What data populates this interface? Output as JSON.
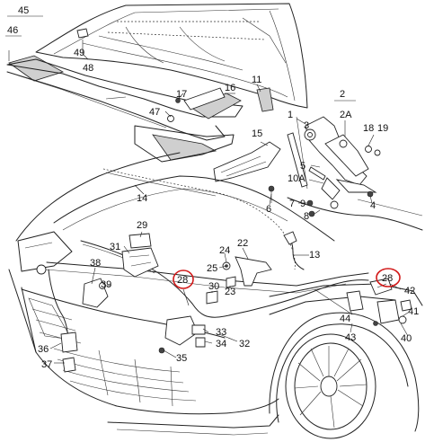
{
  "diagram": {
    "labels": [
      {
        "id": "45",
        "text": "45"
      },
      {
        "id": "46",
        "text": "46"
      },
      {
        "id": "49",
        "text": "49"
      },
      {
        "id": "48",
        "text": "48"
      },
      {
        "id": "11",
        "text": "11"
      },
      {
        "id": "17",
        "text": "17"
      },
      {
        "id": "16",
        "text": "16"
      },
      {
        "id": "47",
        "text": "47"
      },
      {
        "id": "1",
        "text": "1"
      },
      {
        "id": "2",
        "text": "2"
      },
      {
        "id": "2A",
        "text": "2A"
      },
      {
        "id": "3",
        "text": "3"
      },
      {
        "id": "18",
        "text": "18"
      },
      {
        "id": "19",
        "text": "19"
      },
      {
        "id": "15",
        "text": "15"
      },
      {
        "id": "5",
        "text": "5"
      },
      {
        "id": "10A",
        "text": "10A"
      },
      {
        "id": "4",
        "text": "4"
      },
      {
        "id": "6",
        "text": "6"
      },
      {
        "id": "7",
        "text": "7"
      },
      {
        "id": "9",
        "text": "9"
      },
      {
        "id": "8",
        "text": "8"
      },
      {
        "id": "14",
        "text": "14"
      },
      {
        "id": "29",
        "text": "29"
      },
      {
        "id": "31",
        "text": "31"
      },
      {
        "id": "24",
        "text": "24"
      },
      {
        "id": "22",
        "text": "22"
      },
      {
        "id": "13",
        "text": "13"
      },
      {
        "id": "25",
        "text": "25"
      },
      {
        "id": "38",
        "text": "38"
      },
      {
        "id": "28a",
        "text": "28"
      },
      {
        "id": "28b",
        "text": "28"
      },
      {
        "id": "39",
        "text": "39"
      },
      {
        "id": "30",
        "text": "30"
      },
      {
        "id": "23",
        "text": "23"
      },
      {
        "id": "42",
        "text": "42"
      },
      {
        "id": "41",
        "text": "41"
      },
      {
        "id": "44",
        "text": "44"
      },
      {
        "id": "33",
        "text": "33"
      },
      {
        "id": "34",
        "text": "34"
      },
      {
        "id": "32",
        "text": "32"
      },
      {
        "id": "43",
        "text": "43"
      },
      {
        "id": "40",
        "text": "40"
      },
      {
        "id": "36",
        "text": "36"
      },
      {
        "id": "35",
        "text": "35"
      },
      {
        "id": "37",
        "text": "37"
      }
    ],
    "highlight_color": "#d21a1a",
    "highlighted": [
      "28a",
      "28b"
    ]
  }
}
